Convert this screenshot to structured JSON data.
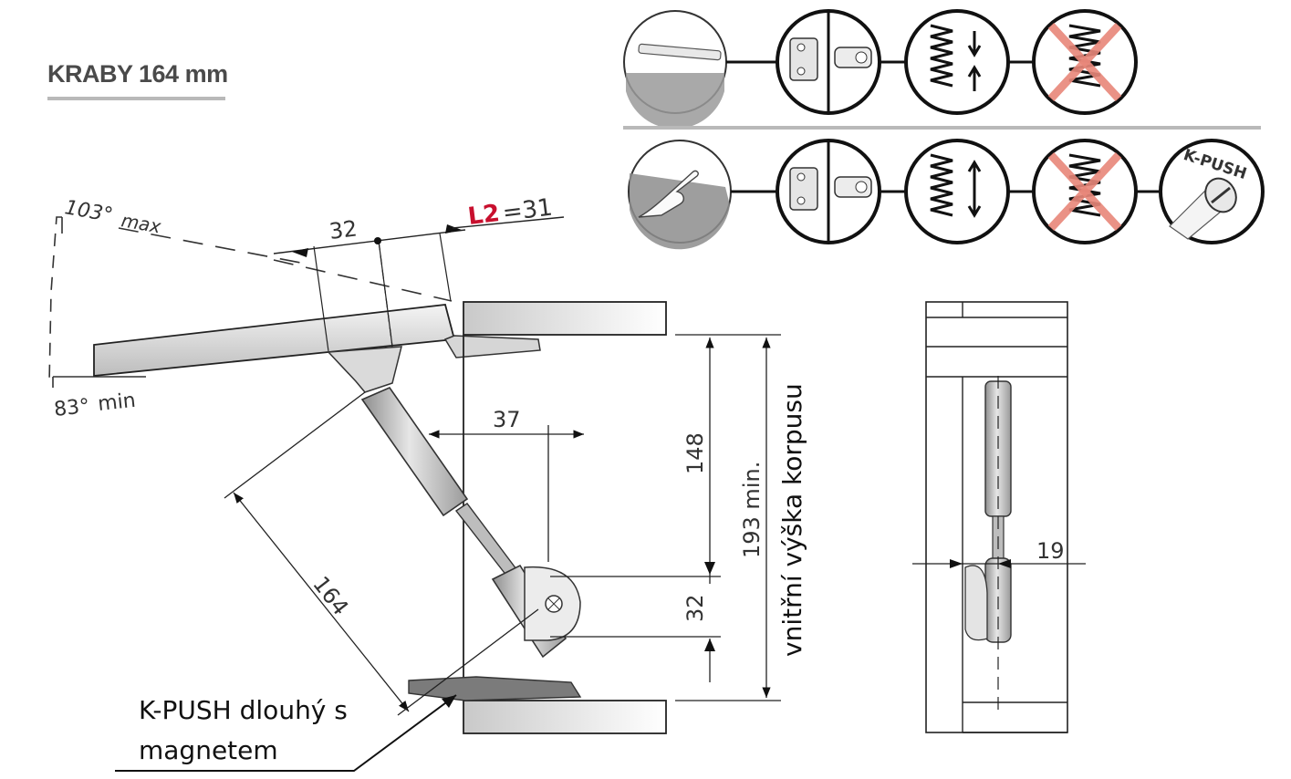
{
  "title": "KRABY 164 mm",
  "angles": {
    "max_value": "103°",
    "max_label": "max",
    "min_value": "83°",
    "min_label": "min"
  },
  "dimensions": {
    "d32_top": "32",
    "l2_label": "L2",
    "l2_value": "=31",
    "d37": "37",
    "d148": "148",
    "d193": "193 min.",
    "d164": "164",
    "d32_side": "32",
    "d19": "19"
  },
  "body_height_label": "vnitřní výška korpusu",
  "caption": {
    "line1": "K-PUSH dlouhý s",
    "line2": "magnetem"
  },
  "pictograms": {
    "row1": [
      "handle-icon",
      "hinge-icon",
      "spring-up-down-icon",
      "no-spring-icon"
    ],
    "row2": [
      "touch-finger-icon",
      "hinge-icon",
      "spring-both-icon",
      "no-spring-icon",
      "kpush-icon"
    ],
    "kpush_label": "K-PUSH"
  },
  "colors": {
    "line": "#222222",
    "panel": "#cfcfcf",
    "cross": "#e8877a",
    "rule": "#b9b9b9",
    "l2": "#c8102e"
  }
}
